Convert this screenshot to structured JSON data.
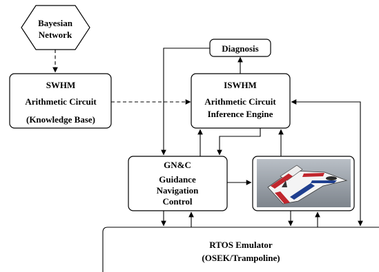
{
  "nodes": {
    "bayesian_network": {
      "line1": "Bayesian",
      "line2": "Network"
    },
    "swhm": {
      "line1": "SWHM",
      "line2": "Arithmetic Circuit",
      "line3": "(Knowledge Base)"
    },
    "diagnosis": {
      "label": "Diagnosis"
    },
    "iswhm": {
      "line1": "ISWHM",
      "line2": "Arithmetic Circuit",
      "line3": "Inference Engine"
    },
    "gnc": {
      "line1": "GN&C",
      "line2": "Guidance",
      "line3": "Navigation",
      "line4": "Control"
    },
    "aircraft": {
      "image": "aircraft-photo"
    },
    "rtos": {
      "line1": "RTOS Emulator",
      "line2": "(OSEK/Trampoline)"
    }
  }
}
